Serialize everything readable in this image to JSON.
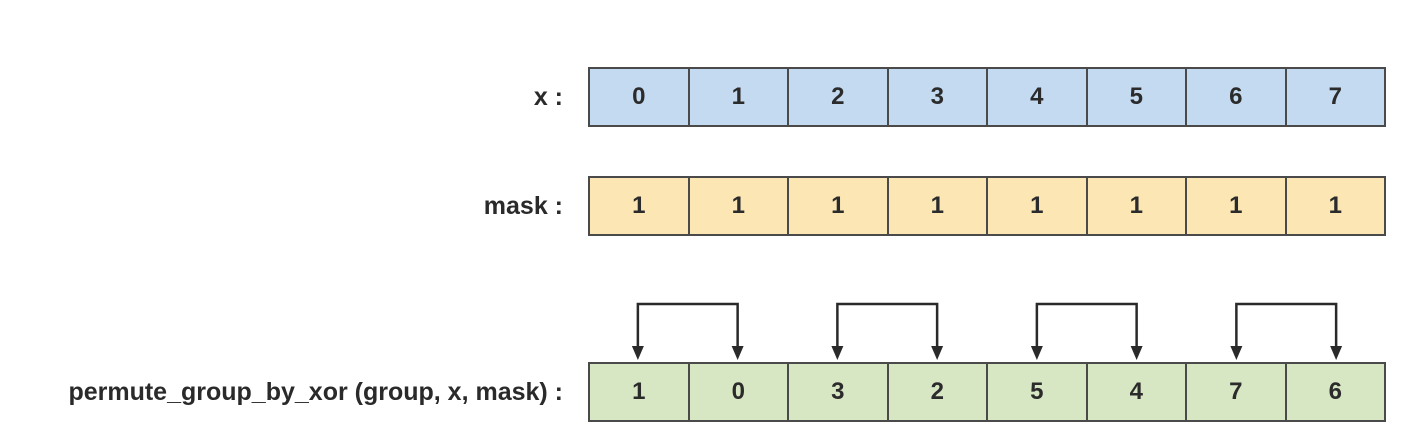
{
  "rows": [
    {
      "id": "x",
      "label": "x :",
      "color": "#c4daf1",
      "values": [
        "0",
        "1",
        "2",
        "3",
        "4",
        "5",
        "6",
        "7"
      ]
    },
    {
      "id": "mask",
      "label": "mask :",
      "color": "#fbe6b4",
      "values": [
        "1",
        "1",
        "1",
        "1",
        "1",
        "1",
        "1",
        "1"
      ]
    },
    {
      "id": "result",
      "label": "permute_group_by_xor (group, x, mask) :",
      "color": "#d7e6c3",
      "values": [
        "1",
        "0",
        "3",
        "2",
        "5",
        "4",
        "7",
        "6"
      ]
    }
  ],
  "swap_pairs": [
    [
      0,
      1
    ],
    [
      2,
      3
    ],
    [
      4,
      5
    ],
    [
      6,
      7
    ]
  ],
  "arrow_color": "#2a2a2a"
}
